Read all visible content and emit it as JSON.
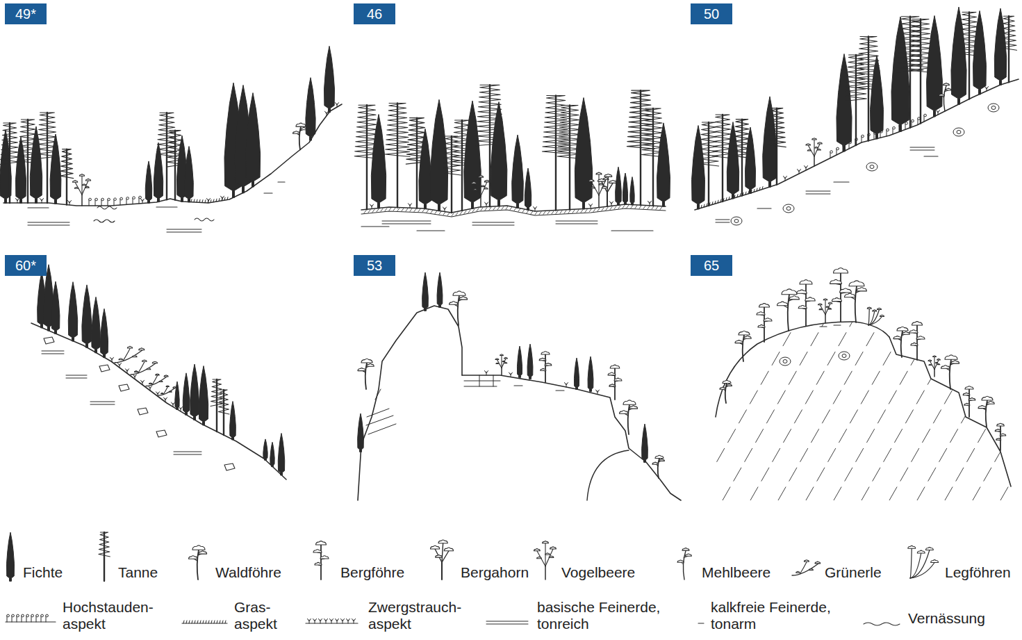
{
  "diagram": {
    "nodes": [
      {
        "text": [
          "49*"
        ]
      },
      {
        "text": [
          "46"
        ]
      },
      {
        "text": [
          "50"
        ]
      },
      {
        "text": [
          "60*"
        ]
      },
      {
        "text": [
          "53"
        ]
      },
      {
        "text": [
          "65"
        ]
      }
    ],
    "legend": [
      {
        "text": "Fichte"
      },
      {
        "text": "Tanne"
      },
      {
        "text": "Waldföhre"
      },
      {
        "text": "Bergföhre"
      },
      {
        "text": "Bergahorn"
      },
      {
        "text": "Vogelbeere"
      },
      {
        "text": "Mehlbeere"
      },
      {
        "text": "Grünerle"
      },
      {
        "text": "Legföhren"
      },
      {
        "text": "Hochstauden- aspekt"
      },
      {
        "text": "Gras- aspekt"
      },
      {
        "text": "Zwergstrauch- aspekt"
      },
      {
        "text": "basische Feinerde, tonreich"
      },
      {
        "text": "kalkfreie Feinerde, tonarm"
      },
      {
        "text": "Vernässung"
      }
    ]
  }
}
